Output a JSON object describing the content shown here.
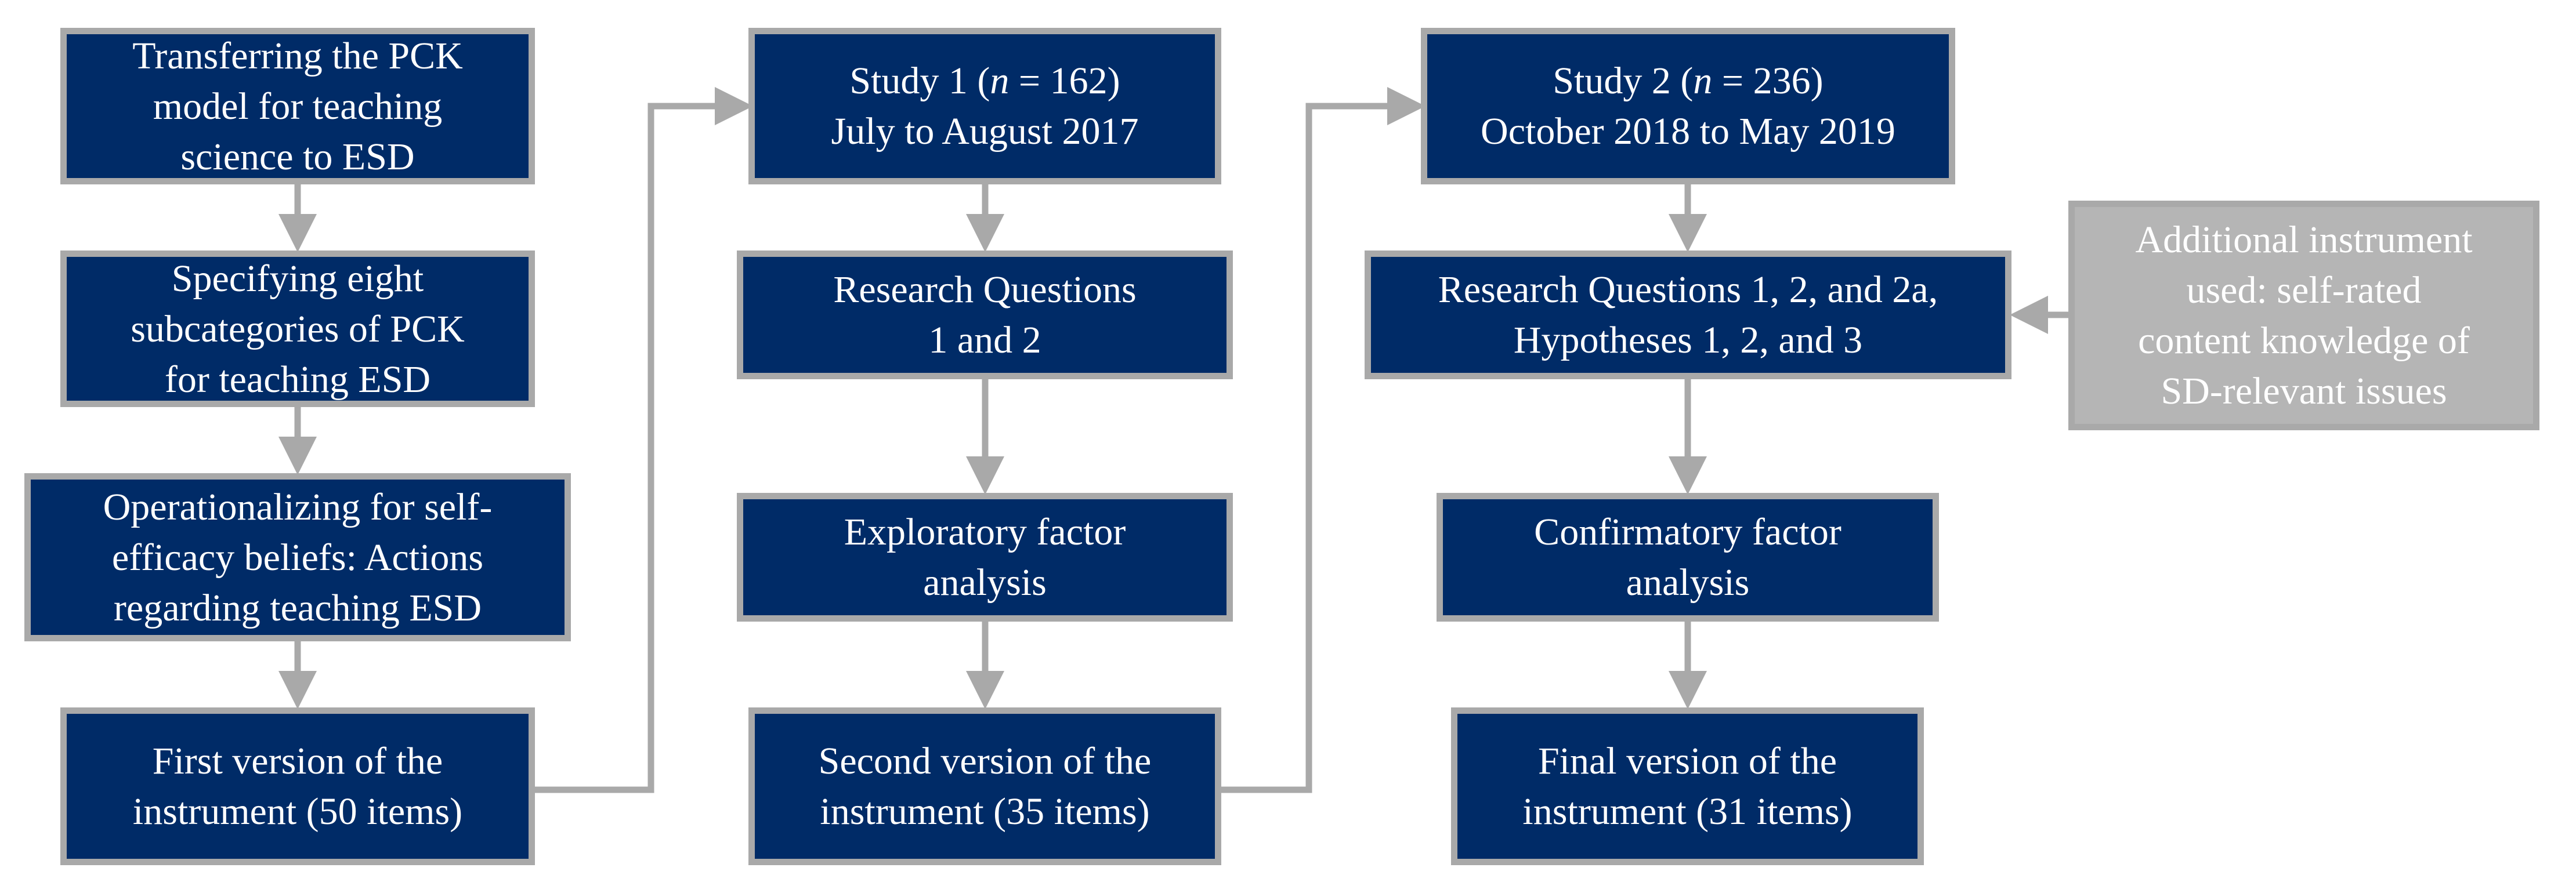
{
  "boxes": {
    "b1": {
      "lines": [
        "Transferring the PCK",
        "model for teaching",
        "science to ESD"
      ]
    },
    "b2": {
      "lines": [
        "Specifying eight",
        "subcategories of PCK",
        "for teaching ESD"
      ]
    },
    "b3": {
      "lines": [
        "Operationalizing for self-",
        "efficacy beliefs: Actions",
        "regarding teaching ESD"
      ]
    },
    "b4": {
      "lines": [
        "First version of the",
        "instrument (50 items)"
      ]
    },
    "s1": {
      "line1_prefix": "Study 1 (",
      "line1_italic": "n",
      "line1_suffix": " = 162)",
      "line2": "July to August 2017"
    },
    "rq1": {
      "lines": [
        "Research Questions",
        "1 and 2"
      ]
    },
    "efa": {
      "lines": [
        "Exploratory factor",
        "analysis"
      ]
    },
    "v2": {
      "lines": [
        "Second version of the",
        "instrument (35 items)"
      ]
    },
    "s2": {
      "line1_prefix": "Study 2 (",
      "line1_italic": "n",
      "line1_suffix": " = 236)",
      "line2": "October 2018 to May 2019"
    },
    "rq2": {
      "lines": [
        "Research Questions 1, 2, and 2a,",
        "Hypotheses 1, 2, and 3"
      ]
    },
    "cfa": {
      "lines": [
        "Confirmatory factor",
        "analysis"
      ]
    },
    "vf": {
      "lines": [
        "Final version of the",
        "instrument (31 items)"
      ]
    },
    "add": {
      "lines": [
        "Additional instrument",
        "used: self-rated",
        "content knowledge of",
        "SD-relevant issues"
      ]
    }
  },
  "colors": {
    "box_fill": "#002b67",
    "box_border": "#a9a9a9",
    "box_text": "#ffffff",
    "grey_box_fill": "#b5b5b5",
    "connector": "#a9a9a9"
  }
}
